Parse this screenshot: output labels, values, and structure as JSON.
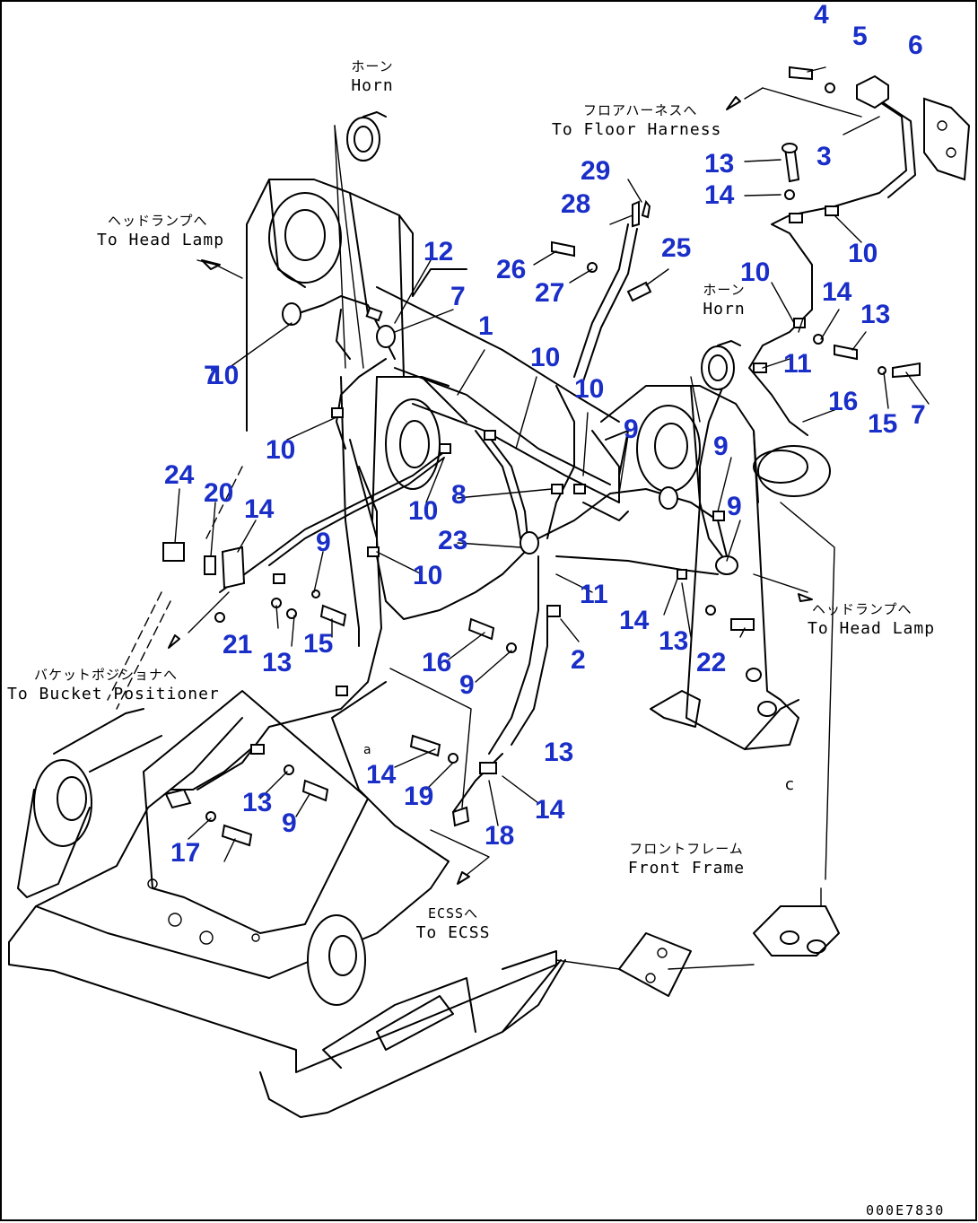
{
  "diagram": {
    "drawing_code": "000E7830",
    "label_color": "#1a2ec8",
    "part_numbers": [
      "4",
      "5",
      "6",
      "3",
      "13",
      "14",
      "10",
      "29",
      "28",
      "26",
      "27",
      "25",
      "12",
      "7",
      "10",
      "1",
      "10",
      "14",
      "13",
      "10",
      "11",
      "16",
      "15",
      "7",
      "10",
      "9",
      "7",
      "9",
      "9",
      "10",
      "8",
      "10",
      "23",
      "24",
      "20",
      "14",
      "9",
      "10",
      "11",
      "14",
      "13",
      "22",
      "21",
      "13",
      "15",
      "16",
      "9",
      "2",
      "13",
      "14",
      "19",
      "14",
      "13",
      "9",
      "18",
      "17"
    ],
    "annotations": {
      "horn_left": {
        "jp": "ホーン",
        "en": "Horn"
      },
      "horn_right": {
        "jp": "ホーン",
        "en": "Horn"
      },
      "floor_harness": {
        "jp": "フロアハーネスへ",
        "en": "To Floor Harness"
      },
      "head_lamp_left": {
        "jp": "ヘッドランプへ",
        "en": "To Head Lamp"
      },
      "head_lamp_right": {
        "jp": "ヘッドランプへ",
        "en": "To Head Lamp"
      },
      "bucket_positioner": {
        "jp": "バケットポジショナへ",
        "en": "To Bucket Positioner"
      },
      "ecss": {
        "jp": "ECSSへ",
        "en": "To ECSS"
      },
      "front_frame": {
        "jp": "フロントフレーム",
        "en": "Front Frame"
      }
    }
  }
}
